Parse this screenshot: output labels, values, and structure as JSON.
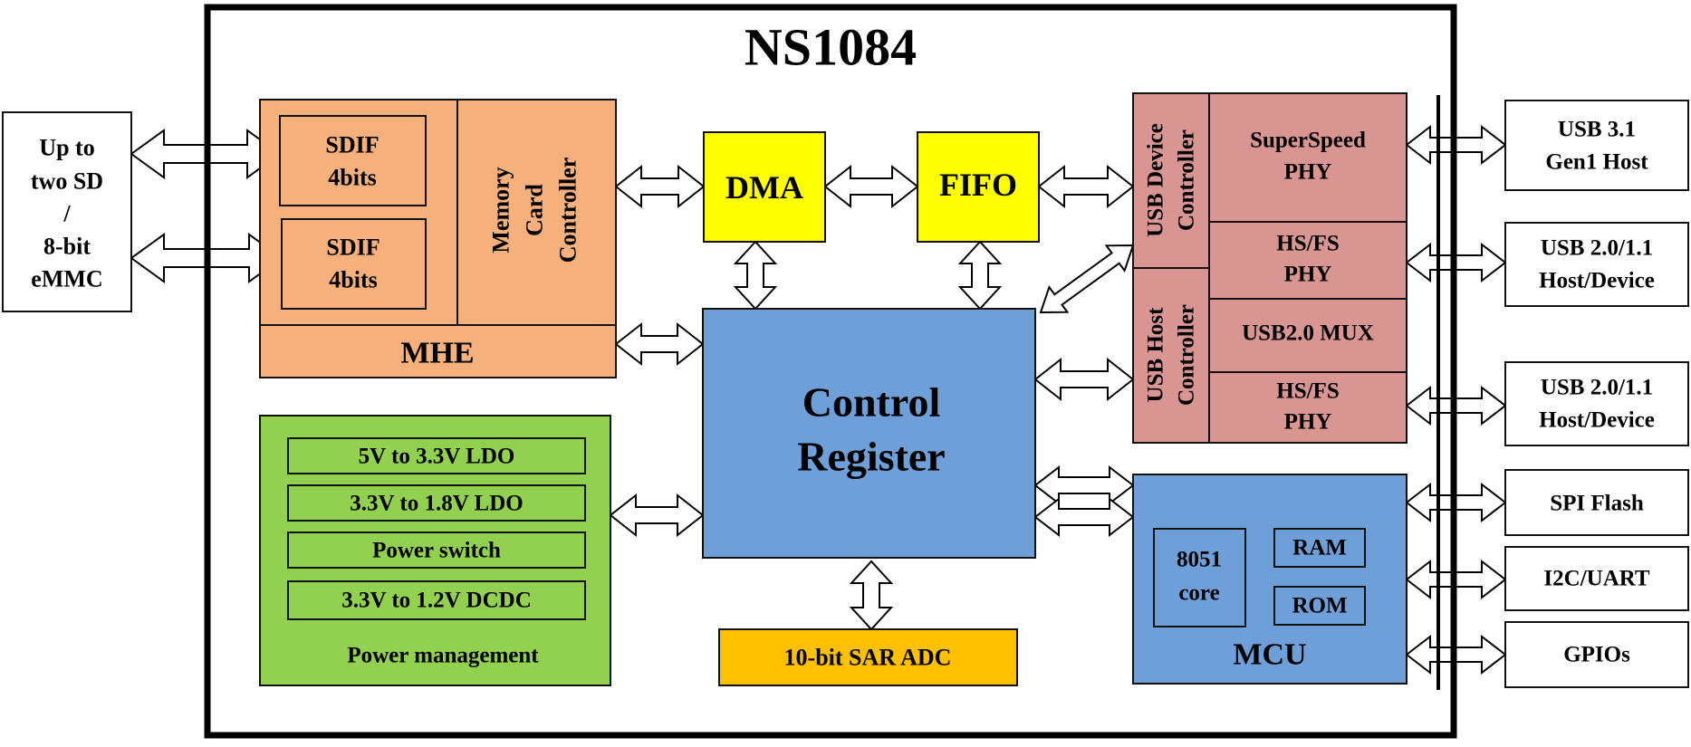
{
  "chip": {
    "title": "NS1084"
  },
  "left_io": {
    "lines": [
      "Up to",
      "two SD",
      "/",
      "8-bit",
      "eMMC"
    ]
  },
  "mhe": {
    "label": "MHE",
    "sdif1": [
      "SDIF",
      "4bits"
    ],
    "sdif2": [
      "SDIF",
      "4bits"
    ],
    "controller": [
      "Memory",
      "Card",
      "Controller"
    ]
  },
  "dma": {
    "label": "DMA"
  },
  "fifo": {
    "label": "FIFO"
  },
  "usb": {
    "device_controller": [
      "USB Device",
      "Controller"
    ],
    "host_controller": [
      "USB Host",
      "Controller"
    ],
    "superspeed_phy": [
      "SuperSpeed",
      "PHY"
    ],
    "hsfs_phy_1": [
      "HS/FS",
      "PHY"
    ],
    "mux": "USB2.0 MUX",
    "hsfs_phy_2": [
      "HS/FS",
      "PHY"
    ]
  },
  "control_register": [
    "Control",
    "Register"
  ],
  "power": {
    "items": [
      "5V to 3.3V LDO",
      "3.3V to 1.8V LDO",
      "Power switch",
      "3.3V to 1.2V DCDC"
    ],
    "label": "Power management"
  },
  "adc": {
    "label": "10-bit SAR ADC"
  },
  "mcu": {
    "label": "MCU",
    "core": [
      "8051",
      "core"
    ],
    "ram": "RAM",
    "rom": "ROM"
  },
  "right_io": {
    "usb31": [
      "USB 3.1",
      "Gen1 Host"
    ],
    "usb20_a": [
      "USB 2.0/1.1",
      "Host/Device"
    ],
    "usb20_b": [
      "USB 2.0/1.1",
      "Host/Device"
    ],
    "spi": "SPI Flash",
    "i2c": "I2C/UART",
    "gpio": "GPIOs"
  },
  "colors": {
    "mhe": "#F5B07C",
    "dma_fifo": "#FFFF00",
    "usb": "#D99592",
    "control": "#6F9FD8",
    "power": "#92D050",
    "adc": "#FFC000",
    "mcu": "#6F9FD8",
    "io": "#FFFFFF"
  }
}
